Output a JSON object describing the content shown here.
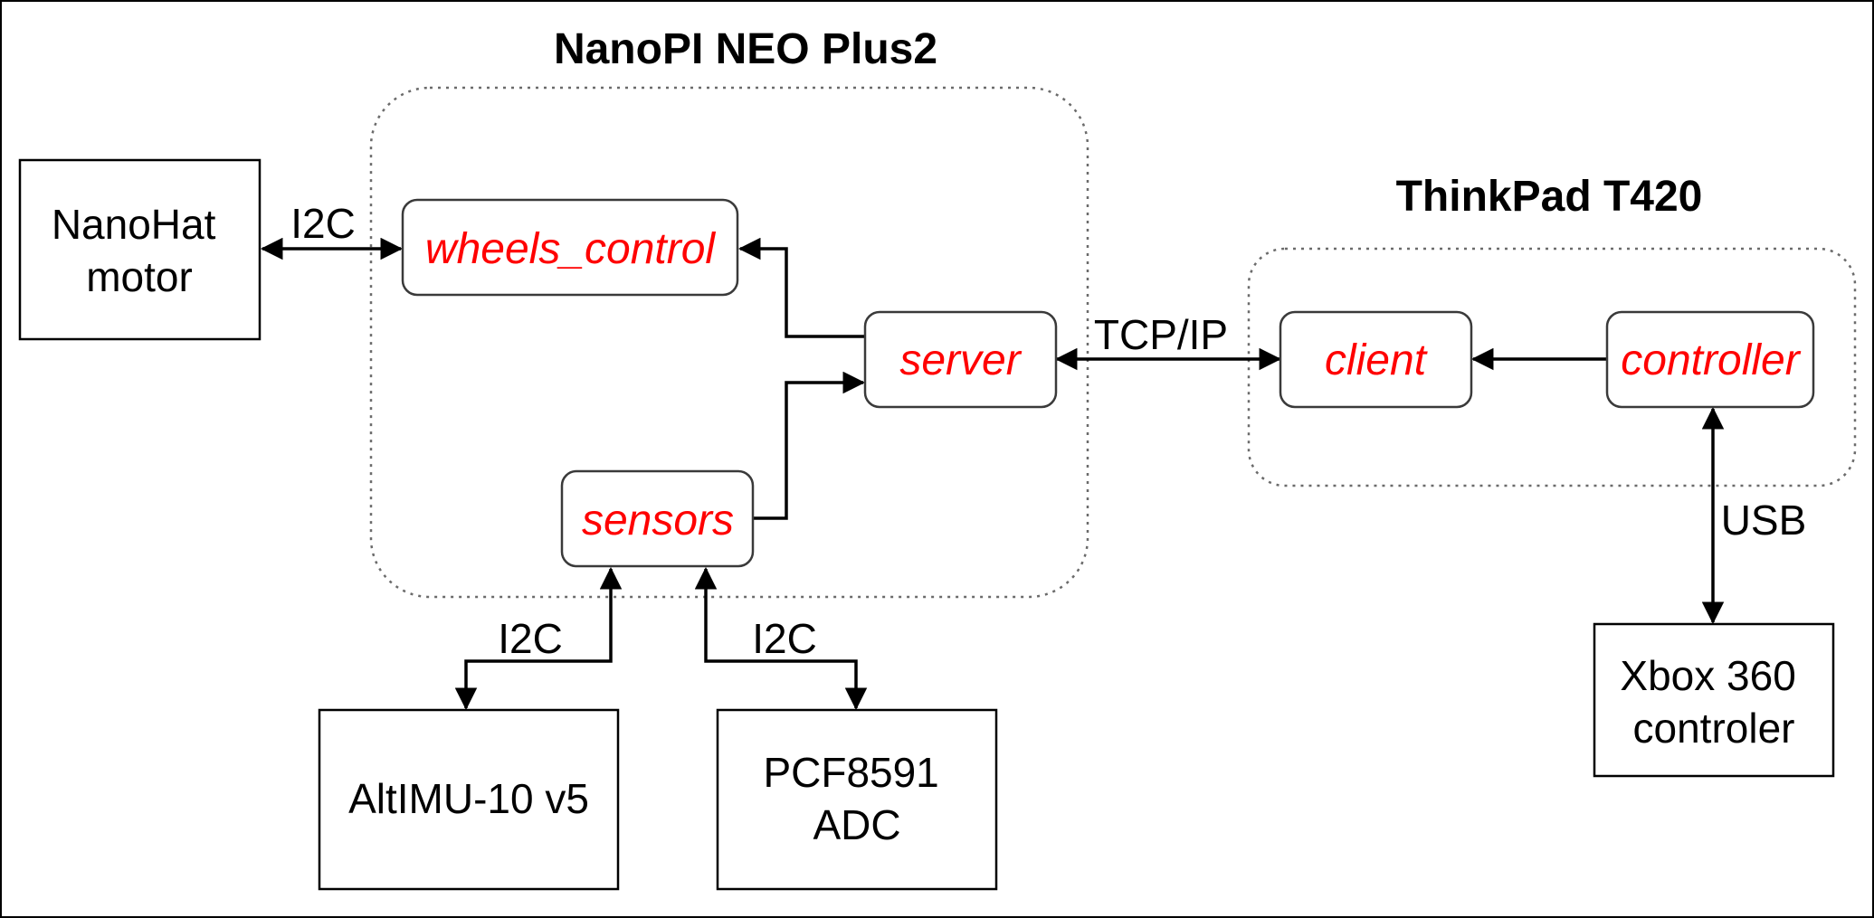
{
  "groups": {
    "nanopi": {
      "title": "NanoPI NEO Plus2"
    },
    "thinkpad": {
      "title": "ThinkPad T420"
    }
  },
  "processes": {
    "wheels_control": "wheels_control",
    "server": "server",
    "sensors": "sensors",
    "client": "client",
    "controller": "controller"
  },
  "devices": {
    "nanohat": [
      "NanoHat",
      "motor"
    ],
    "altimu": [
      "AltIMU-10 v5"
    ],
    "pcf8591": [
      "PCF8591",
      "ADC"
    ],
    "xbox": [
      "Xbox 360",
      "controler"
    ]
  },
  "links": {
    "nanohat_wheels": "I2C",
    "sensors_altimu": "I2C",
    "sensors_pcf": "I2C",
    "server_client": "TCP/IP",
    "controller_xbox": "USB"
  },
  "colors": {
    "process_text": "#ff0000",
    "group_border": "#6b6b6b",
    "edge": "#000000"
  }
}
